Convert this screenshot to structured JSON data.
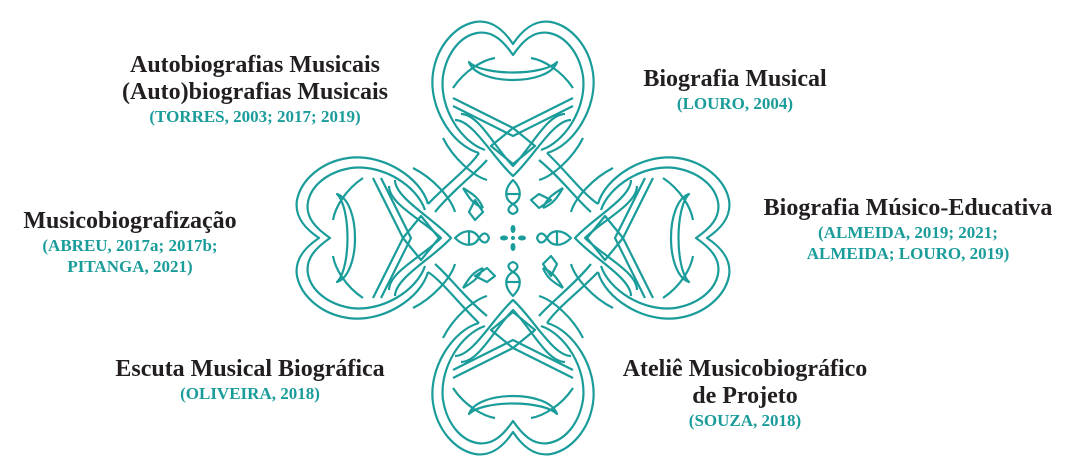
{
  "colors": {
    "teal": "#1a9c9a",
    "text": "#231f20"
  },
  "diagram": {
    "center_icon": "quatrefoil-ornament",
    "items": [
      {
        "id": "autobiografias",
        "titles": [
          "Autobiografias Musicais",
          "(Auto)biografias Musicais"
        ],
        "refs": [
          "(TORRES, 2003; 2017; 2019)"
        ]
      },
      {
        "id": "biografia-musical",
        "titles": [
          "Biografia Musical"
        ],
        "refs": [
          "(LOURO, 2004)"
        ]
      },
      {
        "id": "musicobiografizacao",
        "titles": [
          "Musicobiografização"
        ],
        "refs": [
          "(ABREU, 2017a; 2017b;",
          "PITANGA, 2021)"
        ]
      },
      {
        "id": "biografia-musico-educativa",
        "titles": [
          "Biografia Músico-Educativa"
        ],
        "refs": [
          "(ALMEIDA, 2019; 2021;",
          "ALMEIDA; LOURO, 2019)"
        ]
      },
      {
        "id": "escuta",
        "titles": [
          "Escuta Musical Biográfica"
        ],
        "refs": [
          "(OLIVEIRA, 2018)"
        ]
      },
      {
        "id": "atelie",
        "titles": [
          "Ateliê Musicobiográfico",
          "de Projeto"
        ],
        "refs": [
          "(SOUZA, 2018)"
        ]
      }
    ]
  }
}
